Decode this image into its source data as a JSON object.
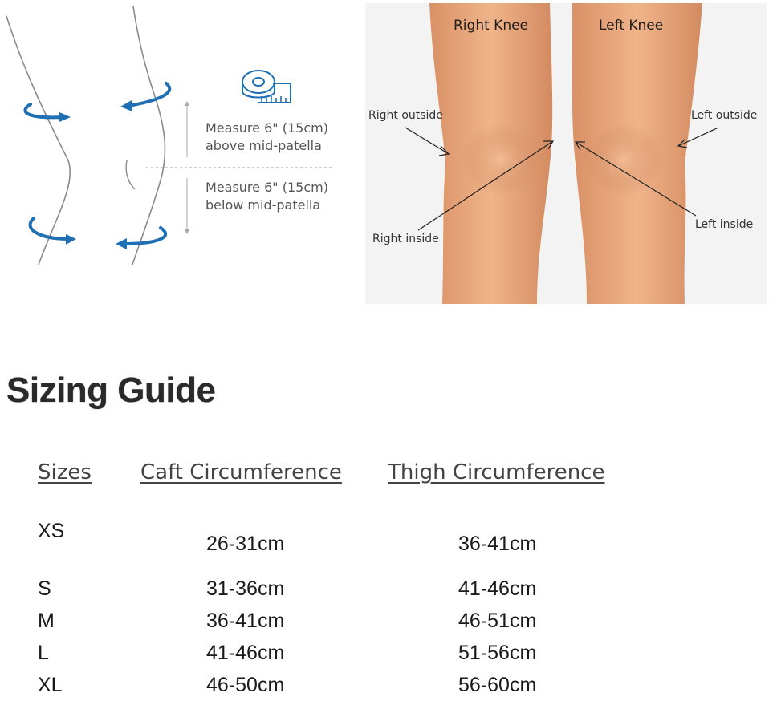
{
  "diagram": {
    "above_line1": "Measure 6\" (15cm)",
    "above_line2": "above mid-patella",
    "below_line1": "Measure 6\" (15cm)",
    "below_line2": "below mid-patella",
    "accent_color": "#1f6fb2",
    "icon": "tape-measure-icon"
  },
  "photo": {
    "right_knee": "Right Knee",
    "left_knee": "Left Knee",
    "right_outside": "Right outside",
    "right_inside": "Right inside",
    "left_outside": "Left outside",
    "left_inside": "Left inside"
  },
  "guide": {
    "title": "Sizing Guide",
    "headers": {
      "size": "Sizes",
      "calf": "Caft Circumference",
      "thigh": "Thigh Circumference"
    },
    "rows": [
      {
        "size": "XS",
        "calf": "26-31cm",
        "thigh": "36-41cm"
      },
      {
        "size": "S",
        "calf": "31-36cm",
        "thigh": "41-46cm"
      },
      {
        "size": "M",
        "calf": "36-41cm",
        "thigh": "46-51cm"
      },
      {
        "size": "L",
        "calf": "41-46cm",
        "thigh": "51-56cm"
      },
      {
        "size": "XL",
        "calf": "46-50cm",
        "thigh": "56-60cm"
      }
    ]
  }
}
